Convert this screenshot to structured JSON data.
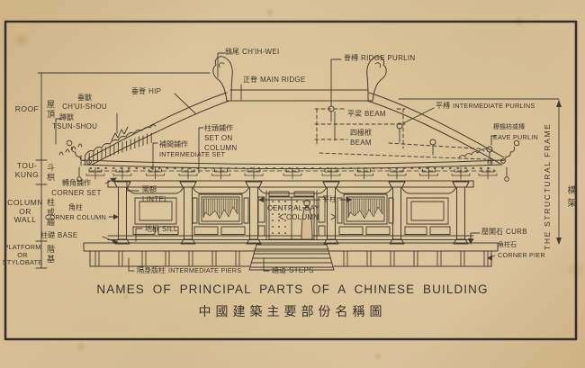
{
  "title": {
    "en": "NAMES OF PRINCIPAL PARTS OF A CHINESE BUILDING",
    "zh": "中國建築主要部份名稱圖"
  },
  "sections": {
    "roof": {
      "en": "ROOF",
      "zh": "屋頂"
    },
    "toukung": {
      "en1": "TOU-",
      "en2": "KUNG",
      "zh": "斗栱"
    },
    "column_wall": {
      "en1": "COLUMN",
      "en2": "OR",
      "en3": "WALL",
      "zh": "柱或牆"
    },
    "platform": {
      "en1": "PLATFORM",
      "en2": "OR",
      "en3": "STYLOBATE",
      "zh": "階基"
    }
  },
  "labels": {
    "chih_wei": {
      "zh": "鴟尾",
      "en": "CH'IH-WEI"
    },
    "main_ridge": {
      "zh": "正脊",
      "en": "MAIN RIDGE"
    },
    "ridge_purlin": {
      "zh": "脊槫",
      "en": "RIDGE PURLIN"
    },
    "hip": {
      "zh": "垂脊",
      "en": "HIP"
    },
    "chui_shou": {
      "zh": "垂獸",
      "en": "CH'UI-SHOU"
    },
    "tsun_shou": {
      "zh": "蹲獸",
      "en": "TSUN-SHOU"
    },
    "set_on_column": {
      "zh": "柱頭鋪作",
      "en1": "SET ON",
      "en2": "COLUMN"
    },
    "intermediate_set": {
      "zh": "補間鋪作",
      "en": "INTERMEDIATE SET"
    },
    "beam_pingliang": {
      "zh": "平梁",
      "en": "BEAM"
    },
    "beam_sichuanfu": {
      "zh": "四椽栿",
      "en": "BEAM"
    },
    "intermediate_purlins": {
      "zh": "平槫",
      "en": "INTERMEDIATE PURLINS"
    },
    "eave_purlin": {
      "zh": "橑檐枋或槫",
      "en": "EAVE PURLIN"
    },
    "structural_frame": {
      "en": "THE STRUCTURAL FRAME",
      "zh": "構架"
    },
    "corner_set": {
      "zh": "轉角鋪作",
      "en": "CORNER SET"
    },
    "corner_column": {
      "zh": "角柱",
      "en": "CORNER COLUMN"
    },
    "lintel": {
      "zh": "闌額",
      "en": "LINTEL"
    },
    "sill": {
      "zh": "地栿",
      "en": "SILL"
    },
    "base": {
      "zh": "柱礎",
      "en": "BASE"
    },
    "central_bay_column": {
      "zh": "平柱",
      "en1": "CENTRAL BAY",
      "en2": "COLUMN"
    },
    "curb": {
      "zh": "壓闌石",
      "en": "CURB"
    },
    "corner_pier": {
      "zh": "角柱石",
      "en": "CORNER PIER"
    },
    "intermediate_piers": {
      "zh": "隔身版柱",
      "en": "INTERMEDIATE PIERS"
    },
    "steps": {
      "zh": "踏道",
      "en": "STEPS"
    },
    "purlin_char": {
      "zh": "槫"
    }
  },
  "ink_color": "#433b2f",
  "paper_color": "#d5bc92"
}
